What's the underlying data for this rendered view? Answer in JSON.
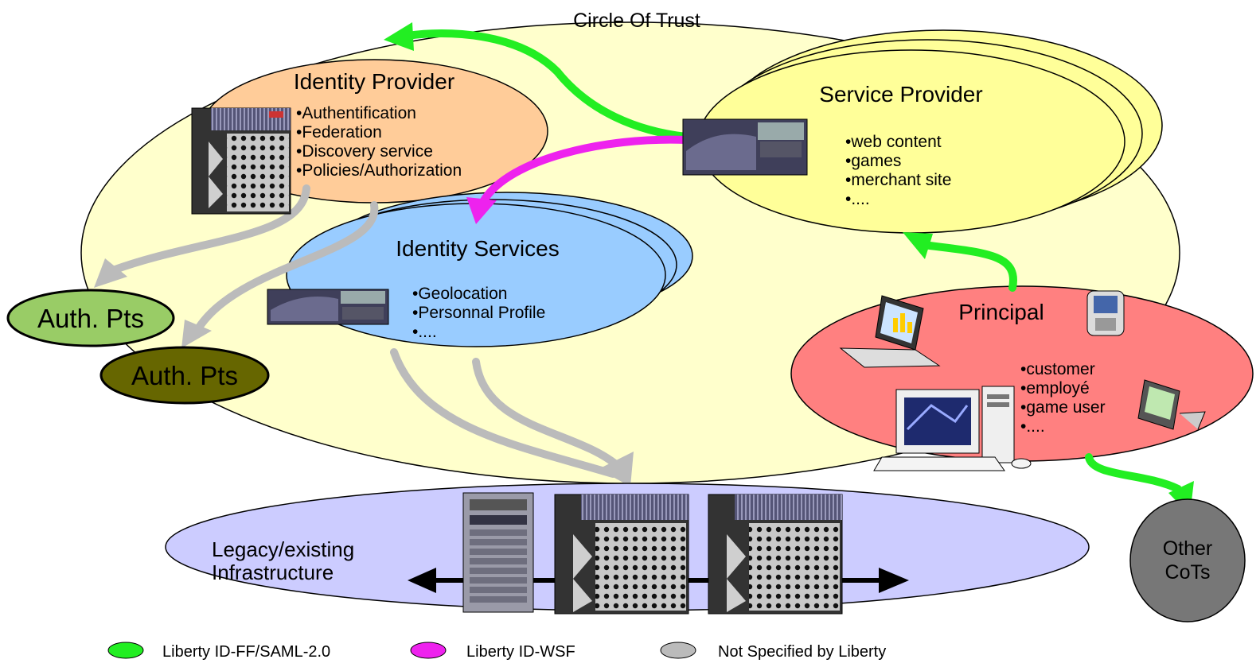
{
  "cot": {
    "title": "Circle Of Trust"
  },
  "idp": {
    "title": "Identity Provider",
    "items": [
      "•Authentification",
      "•Federation",
      "•Discovery service",
      "•Policies/Authorization"
    ]
  },
  "sp": {
    "title": "Service Provider",
    "items": [
      "•web content",
      "•games",
      "•merchant site",
      "•...."
    ]
  },
  "ids": {
    "title": "Identity Services",
    "items": [
      "•Geolocation",
      "•Personnal Profile",
      "•...."
    ]
  },
  "principal": {
    "title": "Principal",
    "items": [
      "•customer",
      "•employé",
      "•game user",
      "•...."
    ]
  },
  "auth1": {
    "label": "Auth. Pts"
  },
  "auth2": {
    "label": "Auth. Pts"
  },
  "legacy": {
    "lines": [
      "Legacy/existing",
      "Infrastructure"
    ]
  },
  "other": {
    "lines": [
      "Other",
      "CoTs"
    ]
  },
  "legend": [
    {
      "label": "Liberty ID-FF/SAML-2.0",
      "color": "#22ee22"
    },
    {
      "label": "Liberty ID-WSF",
      "color": "#ee22ee"
    },
    {
      "label": "Not Specified by Liberty",
      "color": "#bbbbbb"
    }
  ],
  "colors": {
    "cot_fill": "#ffffcc",
    "idp_fill": "#ffcc99",
    "sp_fill": "#ffff99",
    "ids_fill": "#99ccff",
    "principal_fill": "#ff8080",
    "auth1_fill": "#99cc66",
    "auth2_fill": "#666600",
    "legacy_fill": "#ccccff",
    "other_fill": "#777777",
    "green_arrow": "#22ee22",
    "magenta_arrow": "#ee22ee",
    "grey_arrow": "#bbbbbb"
  }
}
